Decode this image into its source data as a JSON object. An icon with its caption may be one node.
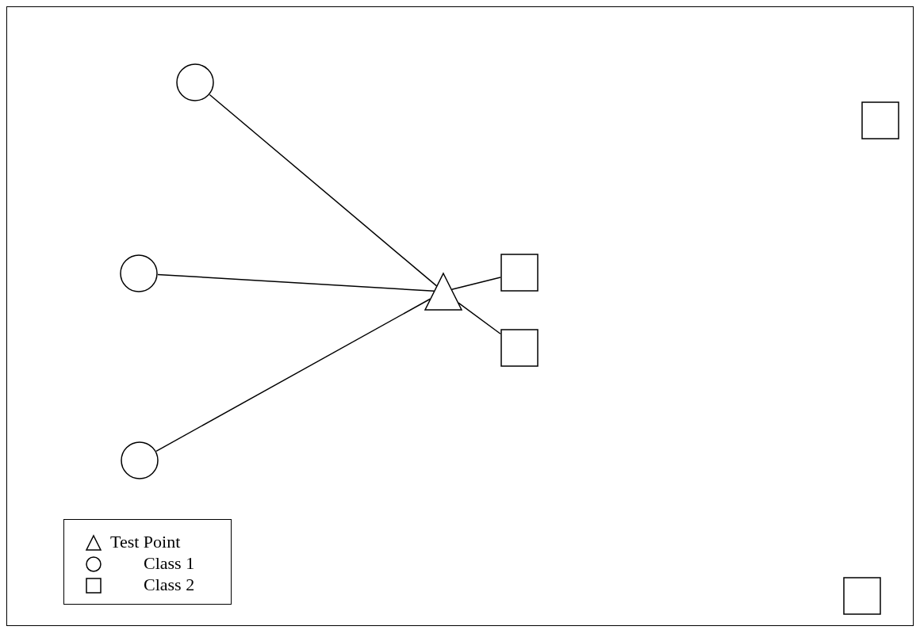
{
  "diagram": {
    "nodes": [
      {
        "text": [],
        "shape": "circle"
      },
      {
        "text": [],
        "shape": "box"
      },
      {
        "text": [],
        "shape": "circle"
      },
      {
        "text": [],
        "shape": "box"
      },
      {
        "text": [],
        "shape": "triangle"
      },
      {
        "text": [],
        "shape": "box"
      },
      {
        "text": [],
        "shape": "circle"
      },
      {
        "text": [],
        "shape": "box"
      }
    ],
    "edges": [
      {
        "from": 4,
        "to": 0,
        "arrow": "none"
      },
      {
        "from": 4,
        "to": 2,
        "arrow": "none"
      },
      {
        "from": 4,
        "to": 6,
        "arrow": "none"
      },
      {
        "from": 4,
        "to": 3,
        "arrow": "none"
      },
      {
        "from": 4,
        "to": 5,
        "arrow": "none"
      }
    ],
    "legend": [
      {
        "text": "Test Point"
      },
      {
        "text": "Class 1"
      },
      {
        "text": "Class 2"
      }
    ]
  }
}
